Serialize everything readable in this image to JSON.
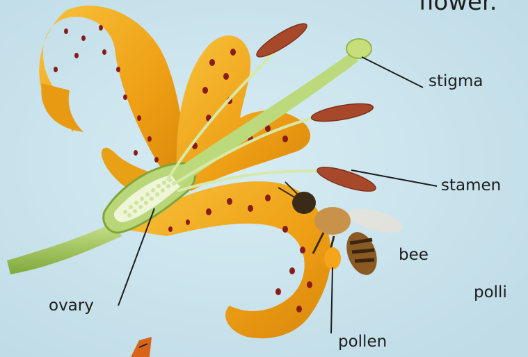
{
  "title_fragment": "flower.",
  "labels": {
    "stigma": "stigma",
    "stamen": "stamen",
    "bee": "bee",
    "ovary": "ovary",
    "pollen": "pollen",
    "cut_off_text": "polli"
  },
  "colors": {
    "background": "#cfe6ef",
    "petal": "#f0a91a",
    "petal_spot": "#8a1b1b",
    "stem": "#9cc45a",
    "anther": "#a8482b",
    "leader_line": "#1d1d1d"
  }
}
